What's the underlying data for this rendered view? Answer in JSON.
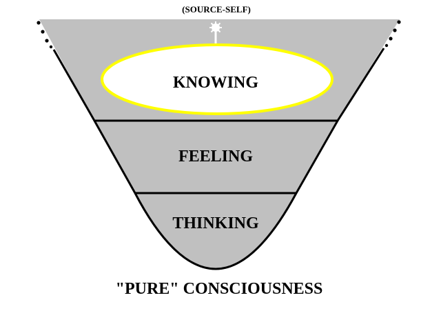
{
  "diagram": {
    "source_label": "(SOURCE-SELF)",
    "levels": [
      {
        "label": "KNOWING"
      },
      {
        "label": "FEELING"
      },
      {
        "label": "THINKING"
      }
    ],
    "base_label": "\"PURE\" CONSCIOUSNESS"
  },
  "colors": {
    "funnel_fill": "#c0c0c0",
    "outline": "#000000",
    "ellipse_fill": "#ffffff",
    "ellipse_stroke": "#ffff00",
    "background": "#ffffff"
  },
  "icons": {
    "source": "starburst-icon"
  }
}
